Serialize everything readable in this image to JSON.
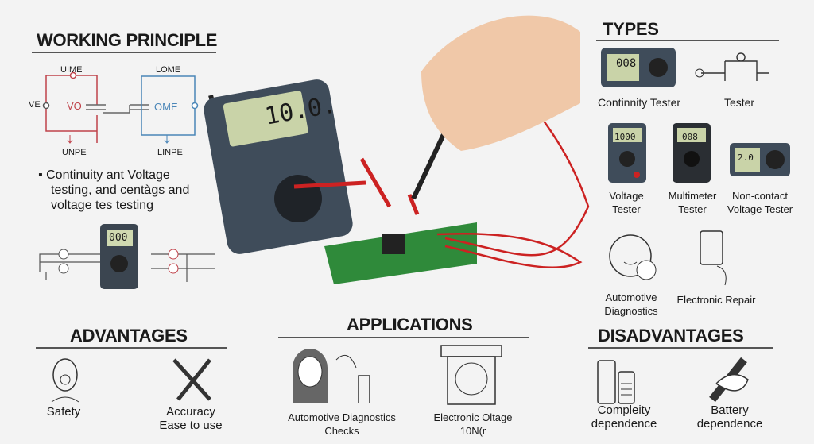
{
  "working_principle": {
    "title": "WORKING PRINCIPLE",
    "circuit_labels": {
      "top_left": "UIME",
      "top_right": "LOME",
      "left": "VE",
      "red_center": "VO",
      "blue_center": "OME",
      "bottom_left": "UNPE",
      "bottom_right": "LINPE"
    },
    "bullet": "Continuity ant Voltage testing, and centàgs and voltage tes testing",
    "bullet_lines": [
      "Continuity ant Voltage",
      "testing, and centàgs and",
      "voltage tes testing"
    ],
    "small_meter_display": "000",
    "colors": {
      "red_circuit": "#c0434b",
      "blue_circuit": "#4a86b8"
    }
  },
  "main_meter": {
    "display": "10.0."
  },
  "types": {
    "title": "TYPES",
    "items": [
      {
        "label": "Continnity Tester",
        "display": "008"
      },
      {
        "label": "Tester"
      },
      {
        "label": "Voltage Tester",
        "display": "1000"
      },
      {
        "label": "Multimeter Tester",
        "display": "008"
      },
      {
        "label": "Non-contact Voltage Tester",
        "display": "2.0"
      },
      {
        "label": "Automotive Diagnostics"
      },
      {
        "label": "Electronic Repair"
      }
    ]
  },
  "advantages": {
    "title": "ADVANTAGES",
    "items": [
      {
        "label": "Safety"
      },
      {
        "label": "Accuracy\nEase to use"
      }
    ]
  },
  "applications": {
    "title": "APPLICATIONS",
    "items": [
      {
        "label": "Automotive Diagnostics\nChecks"
      },
      {
        "label": "Electronic Oltage\n10N(r"
      }
    ]
  },
  "disadvantages": {
    "title": "DISADVANTAGES",
    "items": [
      {
        "label": "Compleity\ndependence"
      },
      {
        "label": "Battery\ndependence"
      }
    ]
  }
}
